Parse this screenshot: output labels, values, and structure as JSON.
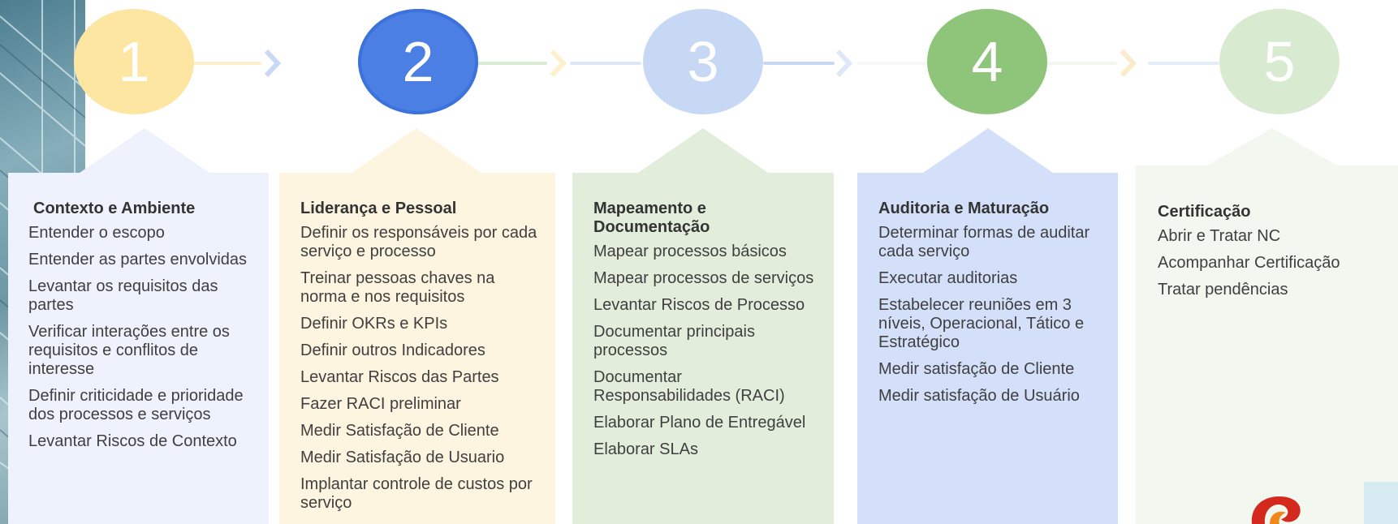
{
  "colors": {
    "step1": "#fde6a2",
    "step2": "#4b7fe3",
    "step3": "#c7d8f5",
    "step4": "#8fc57b",
    "step5": "#d8ebd1",
    "panel1": "#eef2fc",
    "panel2": "#fef5e0",
    "panel3": "#e2eddc",
    "panel4": "#d4e0f9",
    "panel5": "#f2f7ef"
  },
  "steps": [
    {
      "number": "1",
      "title": "Contexto e Ambiente",
      "items": [
        "Entender o escopo",
        "Entender as partes envolvidas",
        "Levantar os requisitos das partes",
        "Verificar interações entre os requisitos e conflitos de interesse",
        "Definir criticidade e prioridade dos processos e serviços",
        "Levantar Riscos de Contexto"
      ]
    },
    {
      "number": "2",
      "title": "Liderança e Pessoal",
      "items": [
        "Definir os responsáveis por cada serviço e processo",
        "Treinar pessoas chaves na norma e nos requisitos",
        "Definir OKRs e KPIs",
        "Definir outros Indicadores",
        "Levantar Riscos das Partes",
        "Fazer RACI preliminar",
        "Medir Satisfação de Cliente",
        "Medir Satisfação de Usuario",
        "Implantar controle de custos por serviço"
      ]
    },
    {
      "number": "3",
      "title": "Mapeamento e Documentação",
      "items": [
        "Mapear processos básicos",
        "Mapear processos de serviços",
        "Levantar Riscos de Processo",
        "Documentar principais processos",
        "Documentar Responsabilidades (RACI)",
        "Elaborar Plano de Entregável",
        "Elaborar SLAs"
      ]
    },
    {
      "number": "4",
      "title": "Auditoria e Maturação",
      "items": [
        "Determinar formas de auditar cada serviço",
        "Executar auditorias",
        "Estabelecer reuniões em 3 níveis, Operacional, Tático e Estratégico",
        "Medir satisfação de Cliente",
        "Medir satisfação de Usuário"
      ]
    },
    {
      "number": "5",
      "title": "Certificação",
      "items": [
        "Abrir e Tratar NC",
        "Acompanhar Certificação",
        "Tratar pendências"
      ]
    }
  ]
}
